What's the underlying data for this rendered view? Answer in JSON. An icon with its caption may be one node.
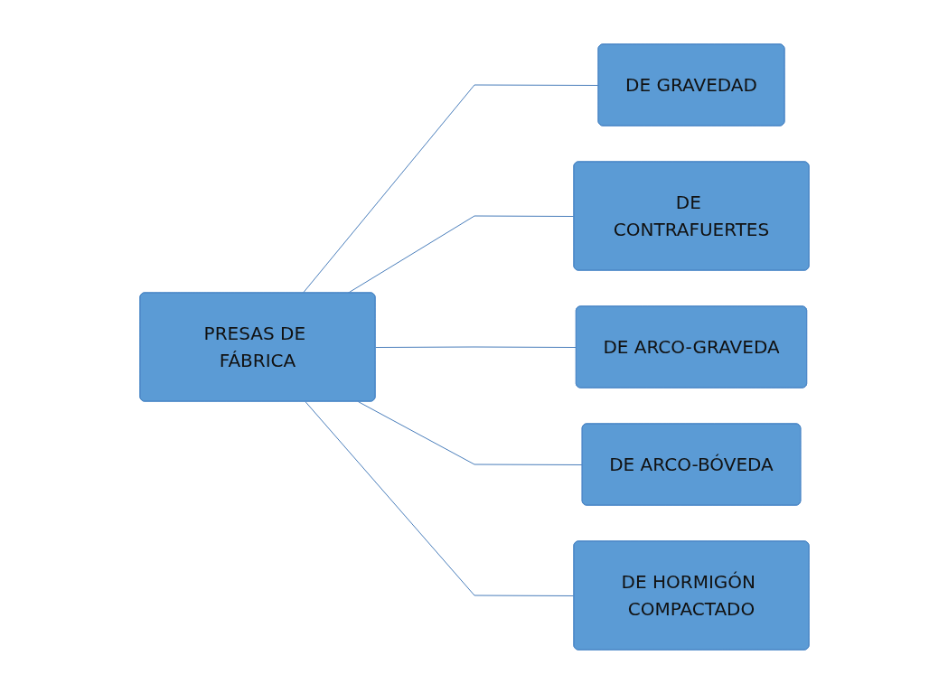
{
  "diagram": {
    "nodes": [
      {
        "text": [
          "PRESAS DE FÁBRICA"
        ]
      },
      {
        "text": [
          "DE GRAVEDAD"
        ]
      },
      {
        "text": [
          "DE CONTRAFUERTES"
        ]
      },
      {
        "text": [
          "DE ARCO-GRAVEDA"
        ]
      },
      {
        "text": [
          "DE ARCO-BÓVEDA"
        ]
      },
      {
        "text": [
          "DE HORMIGÓN COMPACTADO"
        ]
      }
    ],
    "edges": [
      {
        "from": 0,
        "to": 1,
        "arrow": "none"
      },
      {
        "from": 0,
        "to": 2,
        "arrow": "none"
      },
      {
        "from": 0,
        "to": 3,
        "arrow": "none"
      },
      {
        "from": 0,
        "to": 4,
        "arrow": "none"
      },
      {
        "from": 0,
        "to": 5,
        "arrow": "none"
      }
    ]
  }
}
